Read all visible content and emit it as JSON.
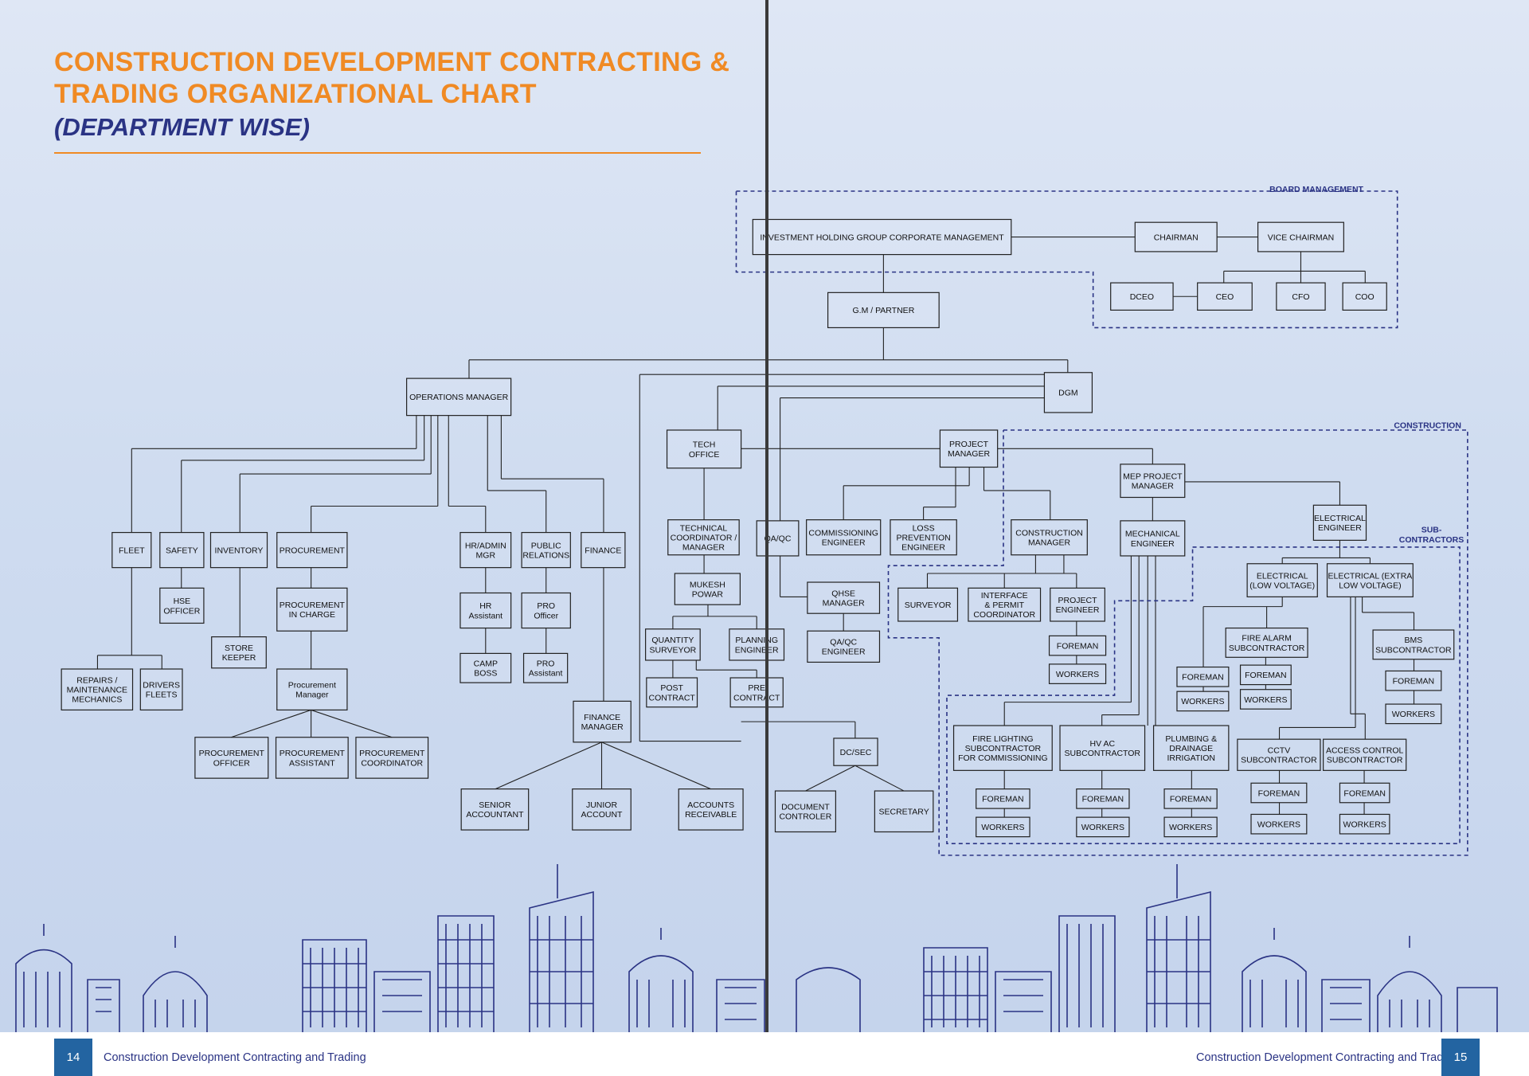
{
  "title": {
    "line1": "CONSTRUCTION DEVELOPMENT CONTRACTING &",
    "line2": "TRADING ORGANIZATIONAL CHART",
    "subtitle": "(DEPARTMENT WISE)"
  },
  "groups": {
    "board": "BOARD MANAGEMENT",
    "construction": "CONSTRUCTION",
    "subcontractors": [
      "SUB-",
      "CONTRACTORS"
    ]
  },
  "nodes": {
    "ihg": [
      "INVESTMENT HOLDING GROUP CORPORATE MANAGEMENT"
    ],
    "chairman": [
      "CHAIRMAN"
    ],
    "vice_chairman": [
      "VICE CHAIRMAN"
    ],
    "dceo": [
      "DCEO"
    ],
    "ceo": [
      "CEO"
    ],
    "cfo": [
      "CFO"
    ],
    "coo": [
      "COO"
    ],
    "gm": [
      "G.M / PARTNER"
    ],
    "ops": [
      "OPERATIONS MANAGER"
    ],
    "dgm": [
      "DGM"
    ],
    "fleet": [
      "FLEET"
    ],
    "safety": [
      "SAFETY"
    ],
    "inventory": [
      "INVENTORY"
    ],
    "procurement": [
      "PROCUREMENT"
    ],
    "hradmin": [
      "HR/ADMIN",
      "MGR"
    ],
    "pr": [
      "PUBLIC",
      "RELATIONS"
    ],
    "finance": [
      "FINANCE"
    ],
    "hse": [
      "HSE",
      "OFFICER"
    ],
    "proc_ic": [
      "PROCUREMENT",
      "IN CHARGE"
    ],
    "store": [
      "STORE",
      "KEEPER"
    ],
    "repairs": [
      "REPAIRS /",
      "MAINTENANCE",
      "MECHANICS"
    ],
    "drivers": [
      "DRIVERS",
      "FLEETS"
    ],
    "proc_mgr": [
      "Procurement",
      "Manager"
    ],
    "proc_off": [
      "PROCUREMENT",
      "OFFICER"
    ],
    "proc_asst": [
      "PROCUREMENT",
      "ASSISTANT"
    ],
    "proc_coord": [
      "PROCUREMENT",
      "COORDINATOR"
    ],
    "hr_asst": [
      "HR",
      "Assistant"
    ],
    "camp": [
      "CAMP",
      "BOSS"
    ],
    "pro_off": [
      "PRO",
      "Officer"
    ],
    "pro_asst": [
      "PRO",
      "Assistant"
    ],
    "fin_mgr": [
      "FINANCE",
      "MANAGER"
    ],
    "sr_acc": [
      "SENIOR",
      "ACCOUNTANT"
    ],
    "jr_acc": [
      "JUNIOR",
      "ACCOUNT"
    ],
    "acc_rec": [
      "ACCOUNTS",
      "RECEIVABLE"
    ],
    "tech": [
      "TECH",
      "OFFICE"
    ],
    "tech_coord": [
      "TECHNICAL",
      "COORDINATOR /",
      "MANAGER"
    ],
    "mukesh": [
      "MUKESH",
      "POWAR"
    ],
    "qs": [
      "QUANTITY",
      "SURVEYOR"
    ],
    "planning": [
      "PLANNING",
      "ENGINEER"
    ],
    "post": [
      "POST",
      "CONTRACT"
    ],
    "pre": [
      "PRE",
      "CONTRACT"
    ],
    "qaqc": [
      "QA/QC"
    ],
    "qhse": [
      "QHSE",
      "MANAGER"
    ],
    "qaqc_eng": [
      "QA/QC",
      "ENGINEER"
    ],
    "dcsec": [
      "DC/SEC"
    ],
    "doc": [
      "DOCUMENT",
      "CONTROLER"
    ],
    "secretary": [
      "SECRETARY"
    ],
    "pm": [
      "PROJECT",
      "MANAGER"
    ],
    "comm": [
      "COMMISSIONING",
      "ENGINEER"
    ],
    "loss": [
      "LOSS",
      "PREVENTION",
      "ENGINEER"
    ],
    "cm": [
      "CONSTRUCTION",
      "MANAGER"
    ],
    "surveyor": [
      "SURVEYOR"
    ],
    "interface": [
      "INTERFACE",
      "& PERMIT",
      "COORDINATOR"
    ],
    "proj_eng": [
      "PROJECT",
      "ENGINEER"
    ],
    "foreman_pe": [
      "FOREMAN"
    ],
    "workers_pe": [
      "WORKERS"
    ],
    "mep": [
      "MEP PROJECT",
      "MANAGER"
    ],
    "mech": [
      "MECHANICAL",
      "ENGINEER"
    ],
    "elec": [
      "ELECTRICAL",
      "ENGINEER"
    ],
    "elec_lv": [
      "ELECTRICAL",
      "(LOW VOLTAGE)"
    ],
    "elec_elv": [
      "ELECTRICAL (EXTRA",
      "LOW VOLTAGE)"
    ],
    "fire_alarm": [
      "FIRE ALARM",
      "SUBCONTRACTOR"
    ],
    "bms": [
      "BMS",
      "SUBCONTRACTOR"
    ],
    "foreman_lv": [
      "FOREMAN"
    ],
    "workers_lv": [
      "WORKERS"
    ],
    "foreman_fa": [
      "FOREMAN"
    ],
    "workers_fa": [
      "WORKERS"
    ],
    "foreman_bms": [
      "FOREMAN"
    ],
    "workers_bms": [
      "WORKERS"
    ],
    "fire_light": [
      "FIRE LIGHTING",
      "SUBCONTRACTOR",
      "FOR COMMISSIONING"
    ],
    "hvac": [
      "HV AC",
      "SUBCONTRACTOR"
    ],
    "plumbing": [
      "PLUMBING &",
      "DRAINAGE",
      "IRRIGATION"
    ],
    "cctv": [
      "CCTV",
      "SUBCONTRACTOR"
    ],
    "access": [
      "ACCESS CONTROL",
      "SUBCONTRACTOR"
    ],
    "foreman_fl": [
      "FOREMAN"
    ],
    "workers_fl": [
      "WORKERS"
    ],
    "foreman_hv": [
      "FOREMAN"
    ],
    "workers_hv": [
      "WORKERS"
    ],
    "foreman_pl": [
      "FOREMAN"
    ],
    "workers_pl": [
      "WORKERS"
    ],
    "foreman_cc": [
      "FOREMAN"
    ],
    "workers_cc": [
      "WORKERS"
    ],
    "foreman_ac": [
      "FOREMAN"
    ],
    "workers_ac": [
      "WORKERS"
    ]
  },
  "footer": {
    "left_page": "14",
    "left_text": "Construction Development Contracting and Trading",
    "right_text": "Construction Development Contracting and Trading",
    "right_page": "15"
  }
}
